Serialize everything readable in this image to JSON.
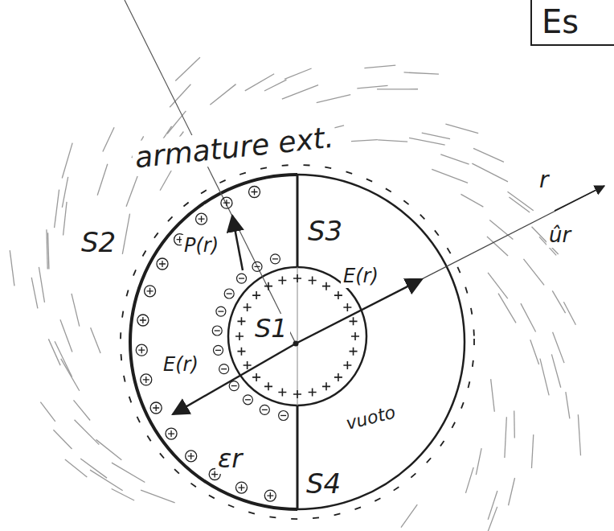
{
  "diagram": {
    "nodes": [
      {
        "text": [
          "Es"
        ]
      }
    ],
    "labels": [
      "armature ext.",
      "S2",
      "S3",
      "S1",
      "S4",
      "P(r)",
      "E(r)",
      "E(r)",
      "εr",
      "vuoto",
      "r",
      "ûr"
    ]
  }
}
